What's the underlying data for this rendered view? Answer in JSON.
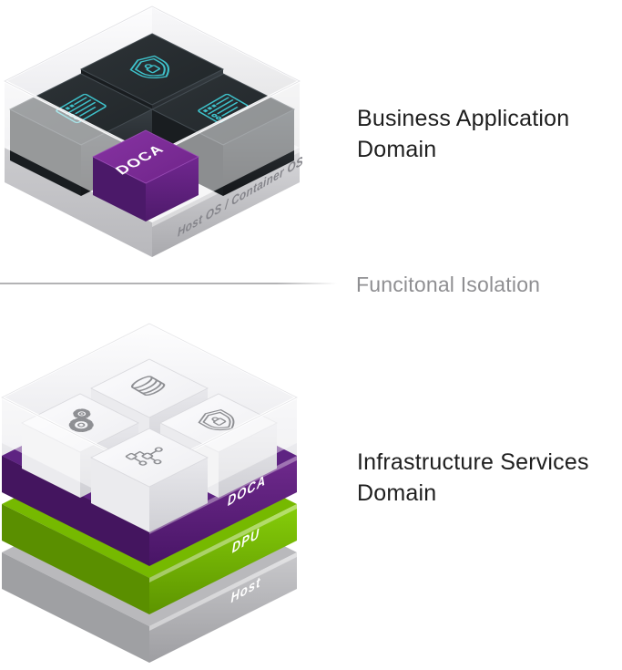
{
  "colors": {
    "nvidia_green": "#76b900",
    "nvidia_purple_slab": "#5e2382",
    "doca_cube_purple": "#7b2b94",
    "teal_icon": "#3ec1ca",
    "gray_icon": "#8e8f93",
    "dark_cube": "#24292d",
    "white_cube": "#f4f4f7",
    "divider_line": "#b3b3b5",
    "title_text": "#1e1e1e",
    "muted_text": "#8f8f92"
  },
  "top_diagram": {
    "title": "Business Application Domain",
    "base_label": "Host OS / Container OS",
    "doca_label": "DOCA",
    "icons": [
      "shield-lock",
      "app-window",
      "app-window"
    ]
  },
  "divider": {
    "label": "Funcitonal Isolation"
  },
  "bottom_diagram": {
    "title": "Infrastructure Services Domain",
    "icons": [
      "database",
      "gears",
      "shield-lock",
      "network"
    ],
    "layers": [
      {
        "label": "DOCA",
        "color": "#5e2382"
      },
      {
        "label": "DPU",
        "color": "#76b900"
      },
      {
        "label": "Host",
        "color": "#b0b0b4"
      }
    ]
  }
}
